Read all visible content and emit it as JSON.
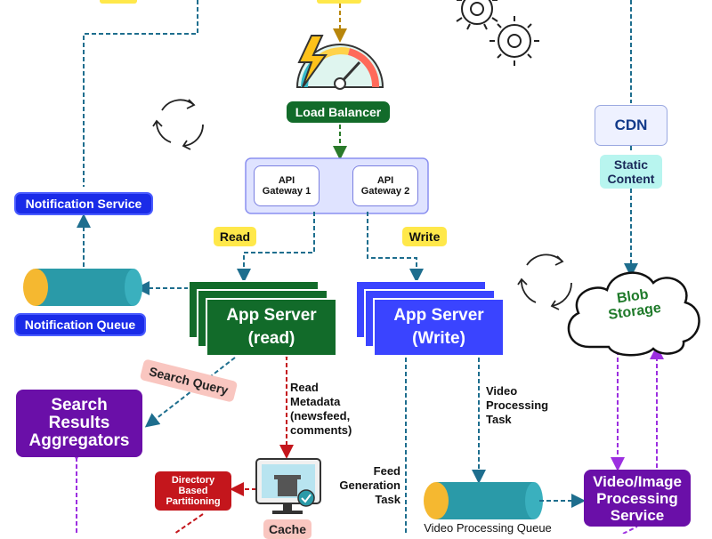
{
  "diagram": {
    "load_balancer": "Load Balancer",
    "gateway_1": "API\nGateway 1",
    "gateway_2": "API\nGateway 2",
    "read": "Read",
    "write": "Write",
    "app_read": "App Server\n(read)",
    "app_write": "App Server\n(Write)",
    "notification_service": "Notification Service",
    "notification_queue": "Notification Queue",
    "search_query": "Search Query",
    "search_aggregators": "Search\nResults\nAggregators",
    "read_metadata": "Read\nMetadata\n(newsfeed,\ncomments)",
    "video_task": "Video\nProcessing\nTask",
    "feed_task": "Feed\nGeneration\nTask",
    "directory": "Directory\nBased\nPartitioning",
    "cache": "Cache",
    "video_queue": "Video Processing Queue",
    "video_service": "Video/Image\nProcessing\nService",
    "cdn": "CDN",
    "static_content": "Static\nContent",
    "blob": "Blob\nStorage"
  },
  "colors": {
    "teal_arrow": "#1e6e8e",
    "green_arrow": "#2a7a2a",
    "purple_arrow": "#9c2fe0",
    "red_arrow": "#c4161c",
    "gold_arrow": "#b8860b",
    "blue_pill": "#1a2be8",
    "green_pill": "#126b2a",
    "purple_box": "#6a0fa8"
  }
}
